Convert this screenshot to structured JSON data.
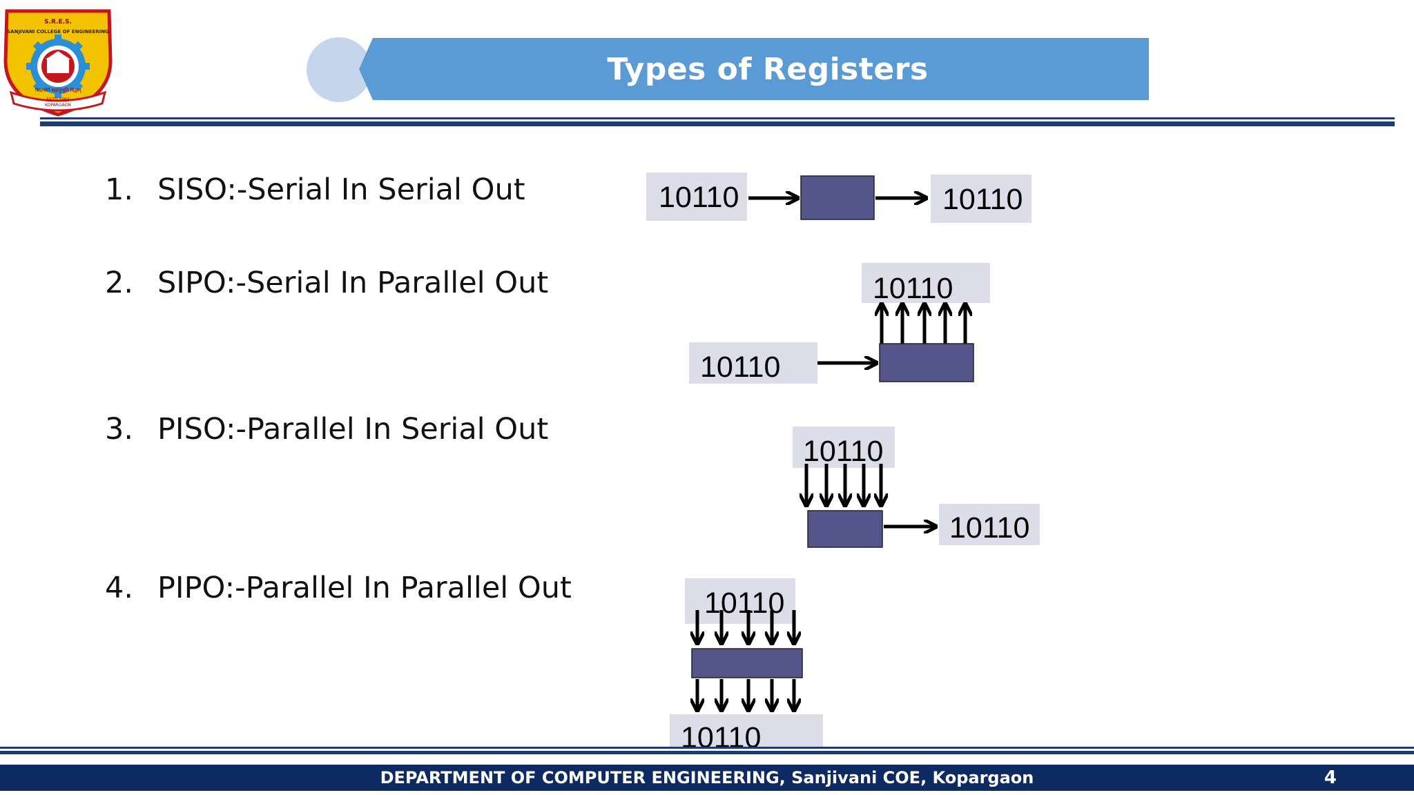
{
  "header": {
    "title": "Types of Registers",
    "logo": {
      "top_text": "S.R.E.S.",
      "college_name": "SANJIVANI COLLEGE OF ENGINEERING",
      "motto": "विद्यायोगे सहानुभूति विद्वान्",
      "established": "ESTD.1983",
      "place": "KOPARGAON"
    }
  },
  "list": [
    {
      "number": "1.",
      "text": "SISO:-Serial In Serial Out"
    },
    {
      "number": "2.",
      "text": "SIPO:-Serial In Parallel Out"
    },
    {
      "number": "3.",
      "text": "PISO:-Parallel In Serial Out"
    },
    {
      "number": "4.",
      "text": "PIPO:-Parallel In Parallel Out"
    }
  ],
  "diagrams": {
    "siso": {
      "input": "10110",
      "output": "10110"
    },
    "sipo": {
      "input": "10110",
      "output": "10110"
    },
    "piso": {
      "input": "10110",
      "output": "10110"
    },
    "pipo": {
      "input": "10110",
      "output": "10110"
    }
  },
  "colors": {
    "banner": "#5b9bd5",
    "register_fill": "#54558a",
    "label_box": "#dcdde8",
    "rule": "#1f3a6e",
    "footer": "#0e2a63"
  },
  "footer": {
    "text": "DEPARTMENT OF COMPUTER ENGINEERING,  Sanjivani COE, Kopargaon",
    "page_number": "4"
  }
}
